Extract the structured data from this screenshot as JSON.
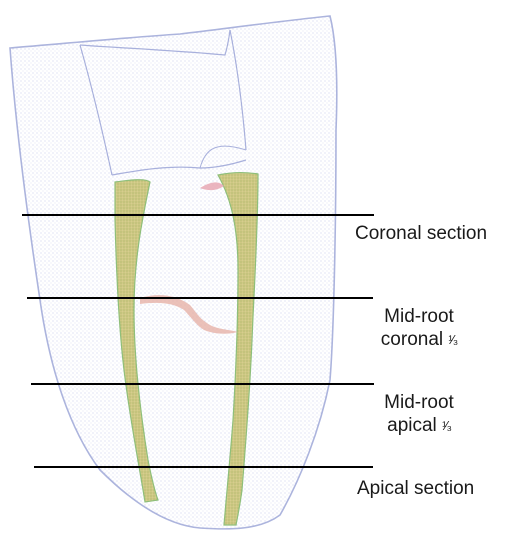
{
  "figure": {
    "labels": {
      "coronal": "Coronal section",
      "mid_coronal_line1": "Mid-root",
      "mid_coronal_line2": "coronal",
      "mid_coronal_frac": "¹⁄₃",
      "mid_apical_line1": "Mid-root",
      "mid_apical_line2": "apical",
      "mid_apical_frac": "¹⁄₃",
      "apical": "Apical section"
    },
    "colors": {
      "root_outline": "#a8b0dc",
      "root_dots": "#c4c9e8",
      "canal_fill": "#c9c27a",
      "canal_edge": "#8fbf7a",
      "canal_inner": "#d8d39a",
      "pink_accent": "#e8a8b4",
      "section_line": "#000000",
      "text": "#1a1a1a"
    }
  }
}
